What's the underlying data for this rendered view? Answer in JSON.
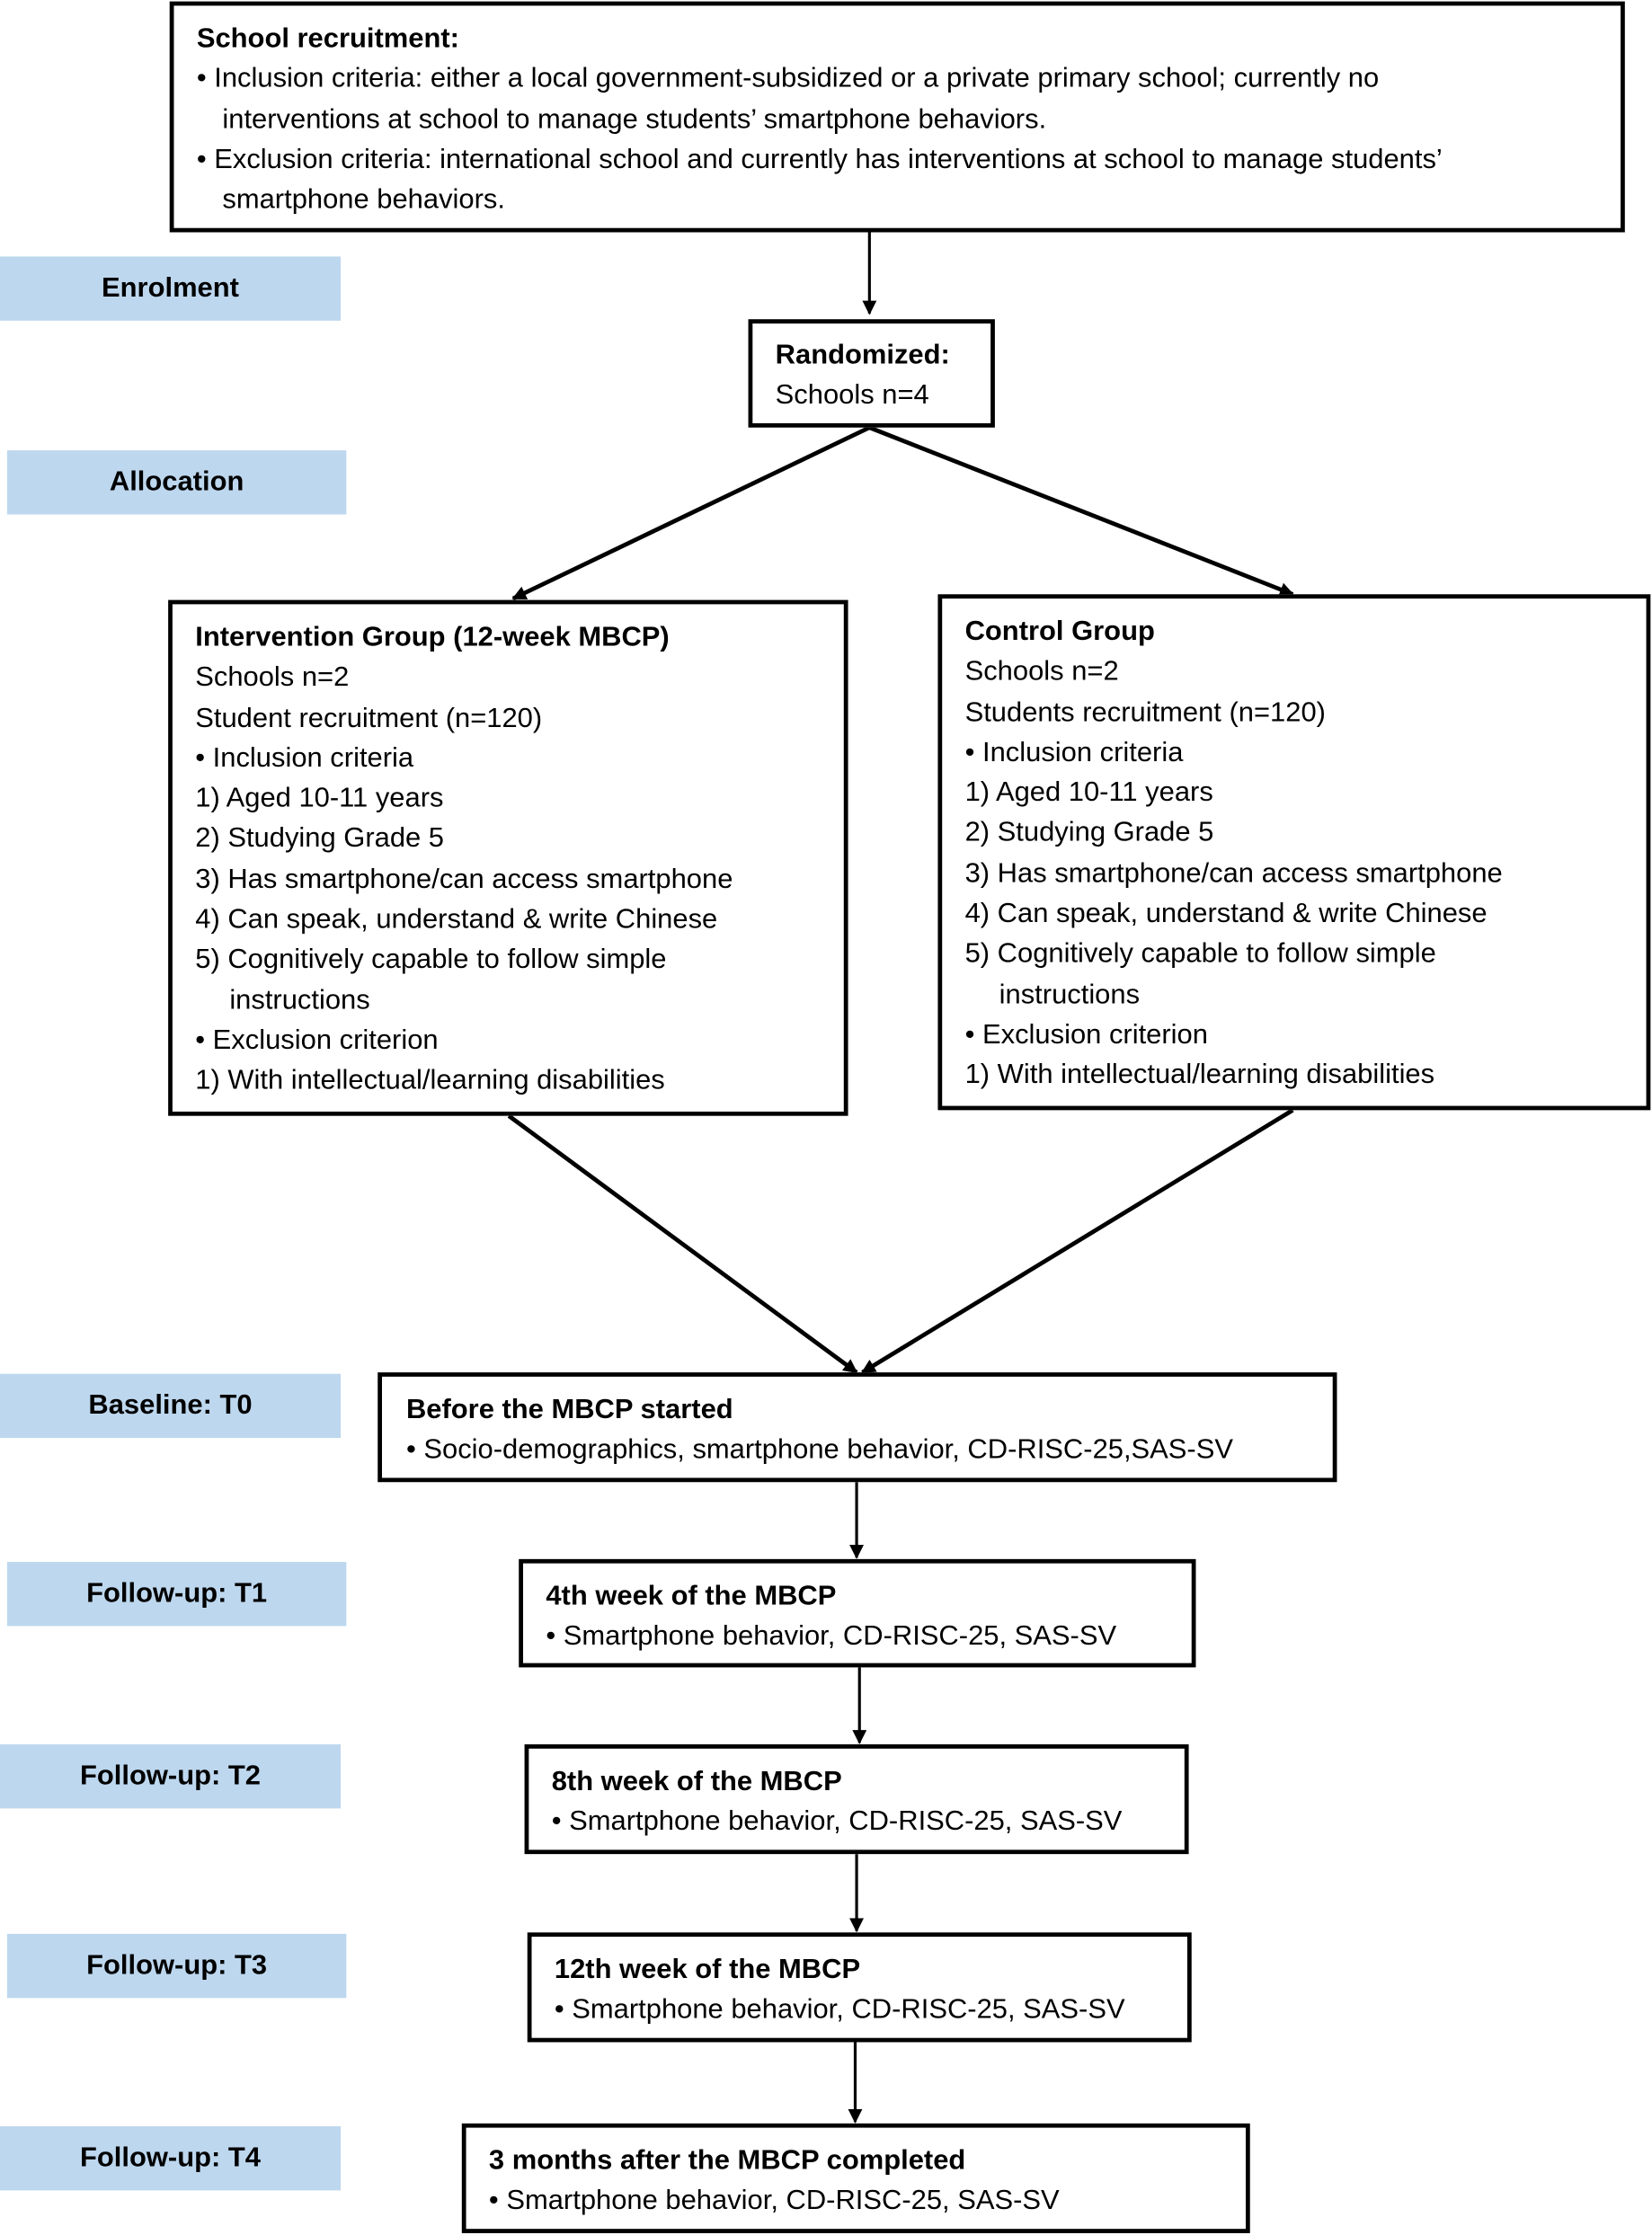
{
  "label_color": "#bdd7ee",
  "stage_labels": {
    "enrolment": "Enrolment",
    "allocation": "Allocation",
    "baseline": "Baseline: T0",
    "t1": "Follow-up: T1",
    "t2": "Follow-up: T2",
    "t3": "Follow-up: T3",
    "t4": "Follow-up: T4"
  },
  "school_recruitment": {
    "title": "School recruitment:",
    "lines": [
      "• Inclusion criteria: either a local government-subsidized or a private primary school; currently no",
      "interventions at school to manage students’ smartphone behaviors.",
      "• Exclusion criteria: international school and currently has interventions at school to manage students’",
      "smartphone behaviors."
    ]
  },
  "randomized": {
    "title": "Randomized:",
    "line": "Schools n=4"
  },
  "intervention": {
    "title": "Intervention Group (12-week MBCP)",
    "lines": [
      "Schools n=2",
      "Student recruitment (n=120)",
      "• Inclusion criteria",
      "1)  Aged 10-11 years",
      "2) Studying Grade 5",
      "3) Has smartphone/can access smartphone",
      "4) Can speak, understand & write Chinese",
      "5) Cognitively capable to follow simple",
      "instructions",
      "•  Exclusion criterion",
      "1) With intellectual/learning disabilities"
    ]
  },
  "control": {
    "title": "Control Group",
    "lines": [
      "Schools n=2",
      "Students recruitment (n=120)",
      "• Inclusion criteria",
      "1)  Aged 10-11 years",
      "2) Studying Grade 5",
      "3) Has smartphone/can access smartphone",
      "4) Can speak, understand & write Chinese",
      "5) Cognitively capable to follow simple",
      "instructions",
      "•  Exclusion criterion",
      "1) With intellectual/learning disabilities"
    ]
  },
  "t0": {
    "title": "Before the MBCP started",
    "line": "• Socio-demographics, smartphone behavior, CD-RISC-25,SAS-SV"
  },
  "t1": {
    "title": "4th week of the MBCP",
    "line": "• Smartphone behavior, CD-RISC-25, SAS-SV"
  },
  "t2": {
    "title": "8th week of the MBCP",
    "line": "• Smartphone behavior, CD-RISC-25, SAS-SV"
  },
  "t3": {
    "title": "12th week of the MBCP",
    "line": "• Smartphone behavior, CD-RISC-25, SAS-SV"
  },
  "t4": {
    "title": "3 months after the MBCP completed",
    "line": "• Smartphone behavior, CD-RISC-25, SAS-SV"
  }
}
